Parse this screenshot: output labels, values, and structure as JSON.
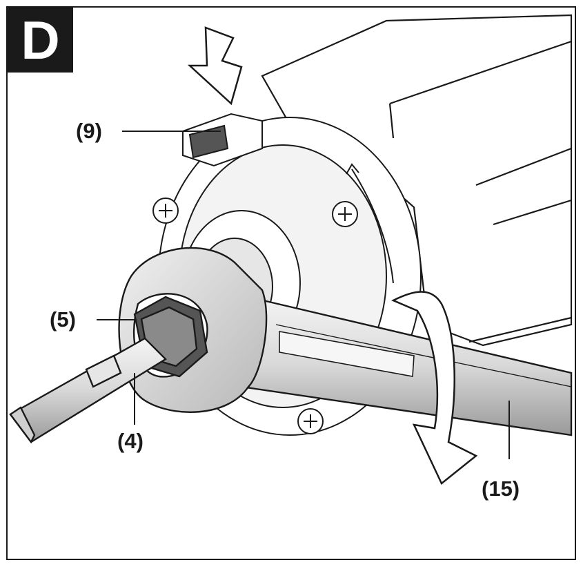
{
  "figure": {
    "panel_letter": "D",
    "callouts": {
      "c9": "(9)",
      "c5": "(5)",
      "c4": "(4)",
      "c15": "(15)"
    }
  },
  "colors": {
    "line": "#1a1a1a",
    "shade_light": "#eeeeee",
    "shade_mid": "#cfcfcf",
    "shade_dark": "#555555",
    "white": "#ffffff"
  }
}
